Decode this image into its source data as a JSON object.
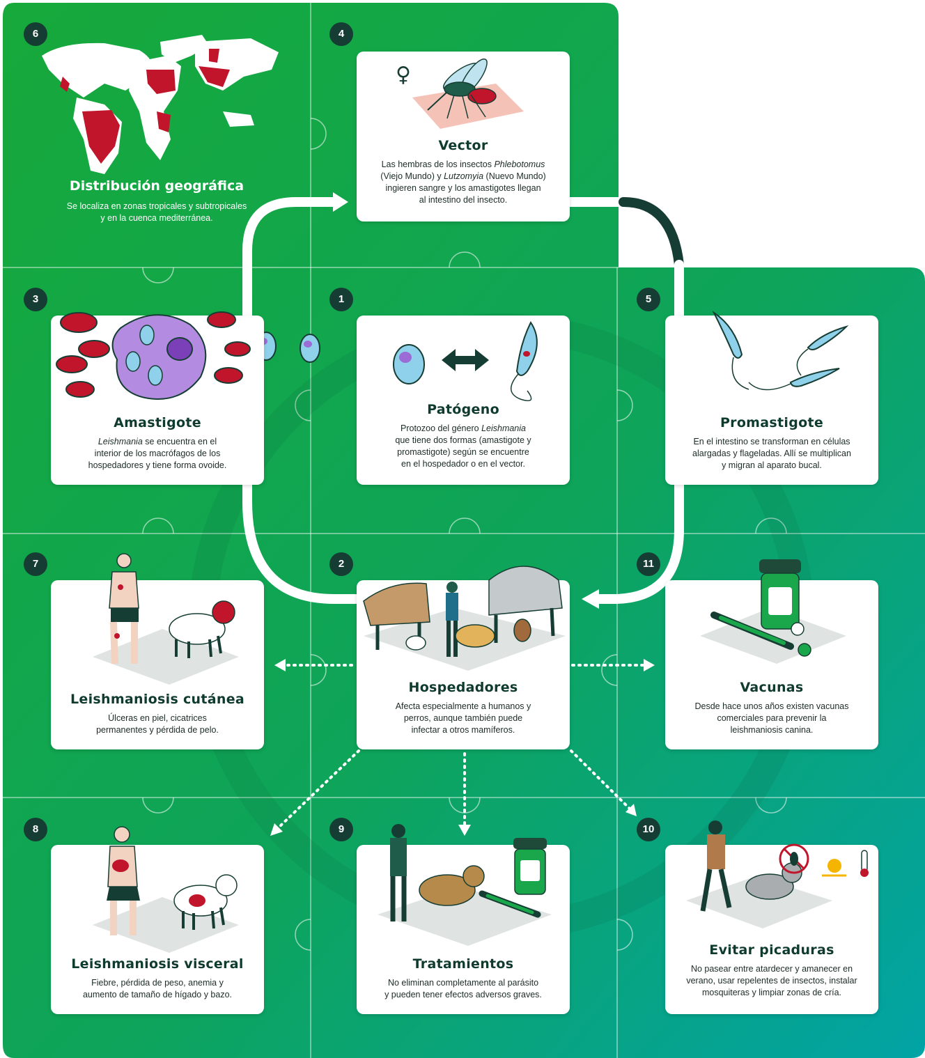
{
  "colors": {
    "green_main": "#16a63c",
    "green_teal": "#04a59b",
    "dark_green": "#163d33",
    "parasite_red": "#c0152a",
    "card_bg": "#ffffff"
  },
  "distribution": {
    "number": "6",
    "title": "Distribución geográfica",
    "desc_line1": "Se localiza en zonas tropicales y subtropicales",
    "desc_line2": "y en la cuenca mediterránea."
  },
  "vector": {
    "number": "4",
    "female_symbol": "♀",
    "title": "Vector",
    "l1_a": "Las hembras de los insectos ",
    "l1_b": "Phlebotomus",
    "l2_a": "(Viejo Mundo) y ",
    "l2_b": "Lutzomyia",
    "l2_c": " (Nuevo Mundo)",
    "l3": "ingieren sangre y los amastigotes llegan",
    "l4": "al intestino del insecto."
  },
  "amastigote": {
    "number": "3",
    "title": "Amastigote",
    "l1_a": "Leishmania",
    "l1_b": " se encuentra en el",
    "l2": "interior de los macrófagos de los",
    "l3": "hospedadores y tiene forma ovoide."
  },
  "patogeno": {
    "number": "1",
    "title": "Patógeno",
    "l1_a": "Protozoo del género ",
    "l1_b": "Leishmania",
    "l2": "que tiene dos formas (amastigote y",
    "l3": "promastigote) según se encuentre",
    "l4": "en el hospedador o en el vector."
  },
  "promastigote": {
    "number": "5",
    "title": "Promastigote",
    "l1": "En el intestino se transforman en células",
    "l2": "alargadas y flageladas. Allí se multiplican",
    "l3": "y migran al aparato bucal."
  },
  "cutanea": {
    "number": "7",
    "title": "Leishmaniosis cutánea",
    "l1": "Úlceras en piel, cicatrices",
    "l2": "permanentes y pérdida de pelo."
  },
  "hospedadores": {
    "number": "2",
    "title": "Hospedadores",
    "l1": "Afecta especialmente a humanos y",
    "l2": "perros, aunque también puede",
    "l3": "infectar a otros mamíferos."
  },
  "vacunas": {
    "number": "11",
    "title": "Vacunas",
    "l1": "Desde hace unos años existen vacunas",
    "l2": "comerciales para prevenir la",
    "l3": "leishmaniosis canina."
  },
  "visceral": {
    "number": "8",
    "title": "Leishmaniosis visceral",
    "l1": "Fiebre, pérdida de peso, anemia y",
    "l2": "aumento de tamaño de hígado y bazo."
  },
  "tratamientos": {
    "number": "9",
    "title": "Tratamientos",
    "l1": "No eliminan completamente al parásito",
    "l2": "y pueden tener efectos adversos graves."
  },
  "picaduras": {
    "number": "10",
    "title": "Evitar picaduras",
    "l1": "No pasear entre atardecer y amanecer en",
    "l2": "verano, usar repelentes de insectos, instalar",
    "l3": "mosquiteras y limpiar zonas de cría."
  }
}
